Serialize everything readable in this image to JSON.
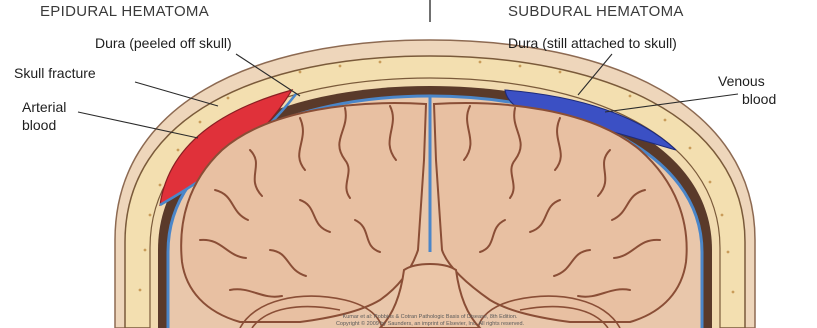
{
  "headers": {
    "left": "EPIDURAL HEMATOMA",
    "right": "SUBDURAL HEMATOMA"
  },
  "labels": {
    "dura_peeled": "Dura (peeled off skull)",
    "dura_attached": "Dura (still attached to skull)",
    "skull_fracture": "Skull fracture",
    "arterial_blood": [
      "Arterial",
      "blood"
    ],
    "venous_blood": [
      "Venous",
      "blood"
    ]
  },
  "credit": [
    "Kumar et al: Robbins & Cotran Pathologic Basis of Disease, 8th Edition.",
    "Copyright © 2009 by Saunders, an imprint of Elsevier, Inc. All rights reserved."
  ],
  "colors": {
    "arterial_blood": "#e0313a",
    "venous_blood": "#3b50c4",
    "dura": "#4a86c9",
    "brain": "#e8c0a2",
    "brain_outline": "#8a4e36",
    "skull": "#f3dfb0",
    "scalp": "#eed6bb"
  }
}
